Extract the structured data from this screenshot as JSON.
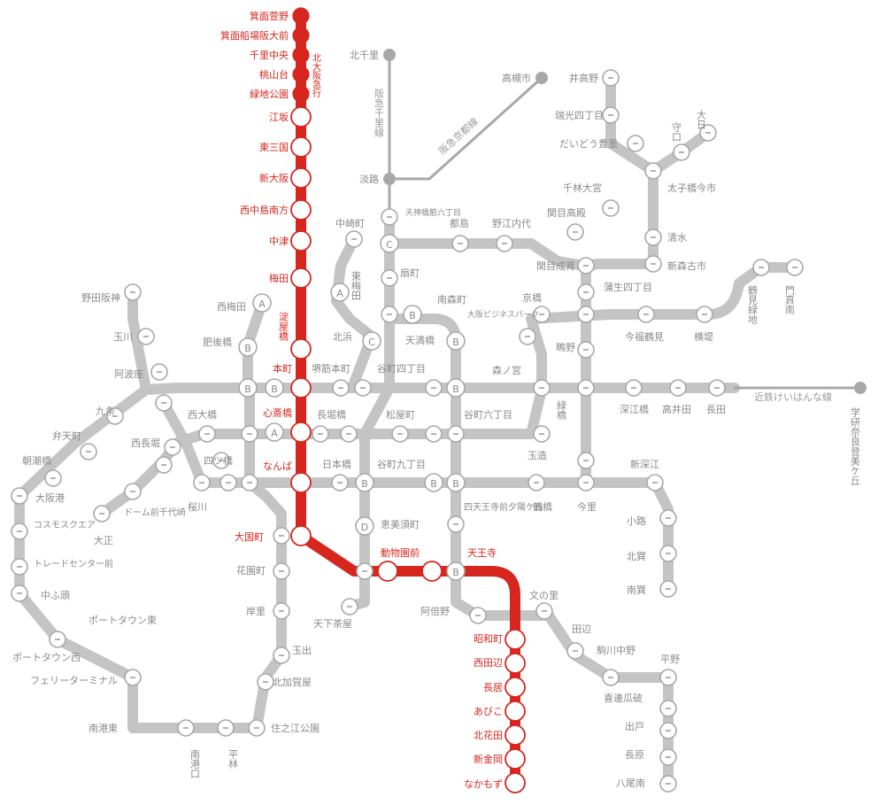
{
  "colors": {
    "midosuji_red": "#d7261e",
    "other_lines_gray": "#c4c4c4",
    "station_outline_gray": "#a8a8a8",
    "label_gray": "#8a8a8a",
    "background": "#ffffff"
  },
  "lines": {
    "kita_osaka_kyuko": "北大阪急行",
    "hankyu_senri": "阪急千里線",
    "hankyu_kyoto": "阪急京都線",
    "kintetsu_keihanna": "近鉄けいはんな線"
  },
  "stations": {
    "minoh_kayano": "箕面萱野",
    "minoh_senba": "箕面船場阪大前",
    "senri_chuo": "千里中央",
    "momoyamadai": "桃山台",
    "ryokuchi_koen": "緑地公園",
    "esaka": "江坂",
    "higashi_mikuni": "東三国",
    "shin_osaka": "新大阪",
    "nishinakajima": "西中島南方",
    "nakatsu": "中津",
    "umeda": "梅田",
    "yodoyabashi": "淀屋橋",
    "hommachi": "本町",
    "shinsaibashi": "心斎橋",
    "namba": "なんば",
    "daikokucho": "大国町",
    "dobutsuen": "動物園前",
    "tennoji": "天王寺",
    "showacho": "昭和町",
    "nishitanabe": "西田辺",
    "nagai": "長居",
    "abiko": "あびこ",
    "kitahanada": "北花田",
    "shinkanaoka": "新金岡",
    "nakamozu": "なかもず",
    "kita_senri": "北千里",
    "takatsuki": "高槻市",
    "awaji": "淡路",
    "igano": "井高野",
    "zuiko": "瑞光四丁目",
    "daido": "だいどう豊里",
    "dainichi": "大日",
    "moriguchi": "守口",
    "taishibashi": "太子橋今市",
    "sembayashi": "千林大宮",
    "sekime_takadono": "関目高殿",
    "noe": "野江内代",
    "miyakojima": "都島",
    "tenjinbashi": "天神橋筋六丁目",
    "nakazakicho": "中崎町",
    "higashi_umeda": "東梅田",
    "ogimachi": "扇町",
    "minamimorimachi": "南森町",
    "shimizu": "清水",
    "shinmoriichi": "新森古市",
    "sekime_seiiku": "関目成育",
    "gamo": "蒲生四丁目",
    "tsurumi_ryokuchi": "鶴見緑地",
    "kadoma": "門真南",
    "imafuku": "今福鶴見",
    "yokozutsumi": "横堤",
    "kyobashi": "京橋",
    "obp": "大阪ビジネスパーク",
    "shigino": "鴫野",
    "morinomiya": "森ノ宮",
    "midoribashi": "緑橋",
    "fukaebashi": "深江橋",
    "takaida": "高井田",
    "nagata": "長田",
    "gakken": "学研奈良登美ケ丘",
    "tenmabashi": "天満橋",
    "tanimachi4": "谷町四丁目",
    "tanimachi6": "谷町六丁目",
    "tanimachi9": "谷町九丁目",
    "tamatsukuri": "玉造",
    "tsuruhashi": "鶴橋",
    "imazato": "今里",
    "shinfukae": "新深江",
    "shoji": "小路",
    "kitatatsumi": "北巽",
    "minamitatsumi": "南巽",
    "nodahanshin": "野田阪神",
    "tamagawa": "玉川",
    "awaza": "阿波座",
    "kujo": "九条",
    "bentencho": "弁天町",
    "asashiobashi": "朝潮橋",
    "osakako": "大阪港",
    "cosmo": "コスモスクエア",
    "trade": "トレードセンター前",
    "nakafuto": "中ふ頭",
    "pt_higashi": "ポートタウン東",
    "pt_nishi": "ポートタウン西",
    "ferry": "フェリーターミナル",
    "nankohigashi": "南港東",
    "nankoguchi": "南港口",
    "hirabayashi": "平林",
    "suminoe": "住之江公園",
    "nishiumeda": "西梅田",
    "higobashi": "肥後橋",
    "kitahama": "北浜",
    "sakaisuji": "堺筋本町",
    "nishiohashi": "西大橋",
    "nishinagahori": "西長堀",
    "nagahoribashi": "長堀橋",
    "matsuyamachi": "松屋町",
    "dome": "ドーム前千代崎",
    "taisho": "大正",
    "yotsubashi": "四ツ橋",
    "sakuragawa": "桜川",
    "nipponbashi": "日本橋",
    "ebisucho": "恵美須町",
    "shitennoji": "四天王寺前夕陽ケ丘",
    "hanazonocho": "花園町",
    "kishinosato": "岸里",
    "tamade": "玉出",
    "kitakagaya": "北加賀屋",
    "tengachaya": "天下茶屋",
    "abeno": "阿倍野",
    "fuminosato": "文の里",
    "tanabe": "田辺",
    "komagawa": "駒川中野",
    "hirano": "平野",
    "kire": "喜連瓜破",
    "deto": "出戸",
    "nagahara": "長原",
    "yaominami": "八尾南"
  }
}
